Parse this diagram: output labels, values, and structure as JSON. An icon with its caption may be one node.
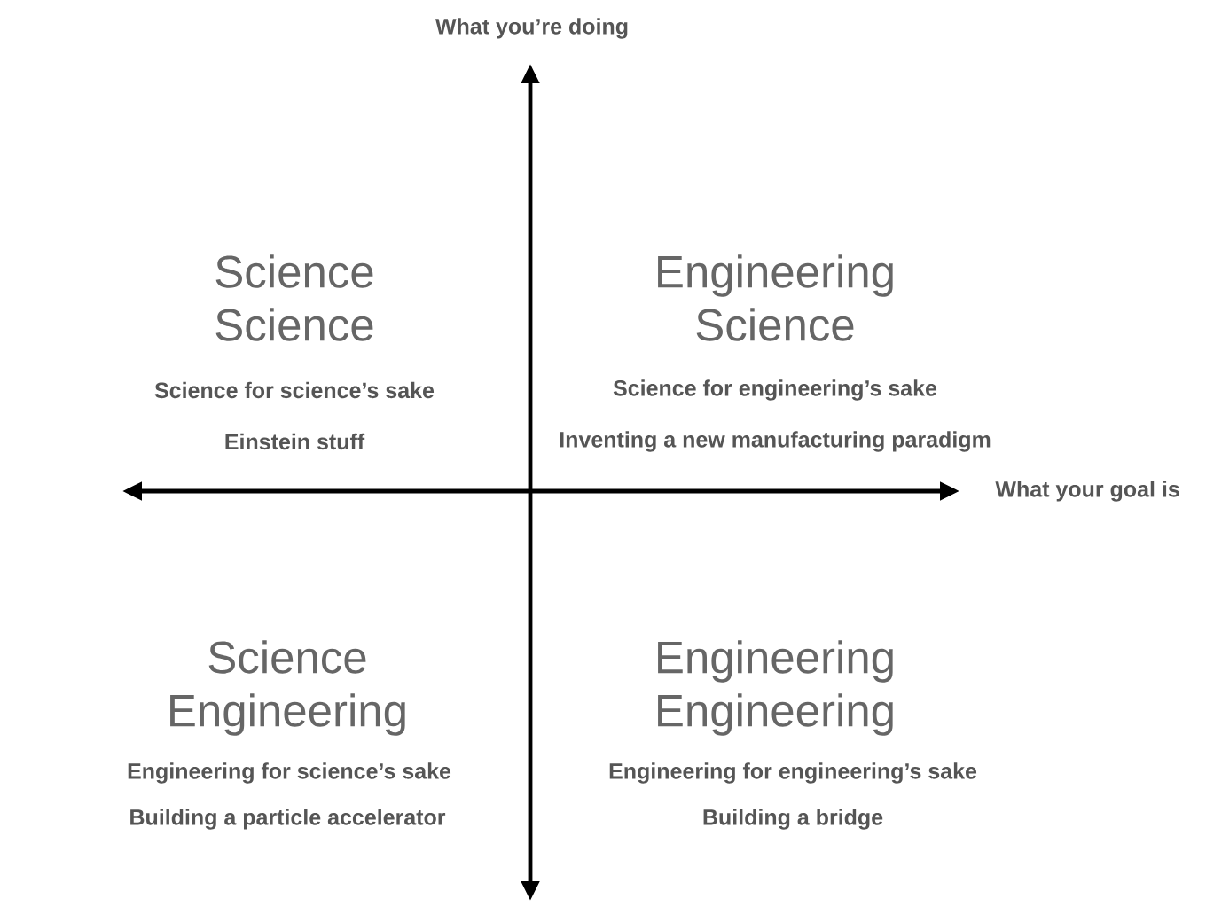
{
  "diagram": {
    "labels": [
      "What you’re doing",
      "Science Science",
      "Engineering Science",
      "Science for science’s sake",
      "Science for engineering’s sake",
      "Einstein stuff",
      "Inventing a new manufacturing paradigm",
      "What your goal is",
      "Science Engineering",
      "Engineering Engineering",
      "Engineering for science’s sake",
      "Engineering for engineering’s sake",
      "Building a particle accelerator",
      "Building a bridge"
    ]
  }
}
